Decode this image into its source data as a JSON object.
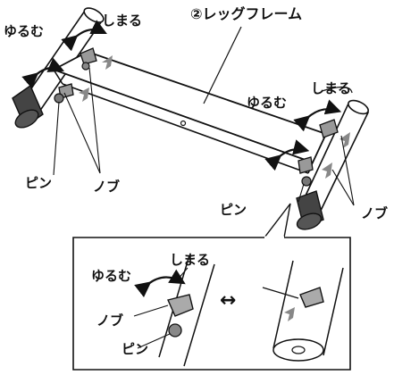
{
  "title": "②レッグフレーム",
  "labels": {
    "loosen_left": "ゆるむ",
    "tighten_left": "しまる",
    "loosen_right": "ゆるむ",
    "tighten_right": "しまる",
    "pin_left": "ピン",
    "knob_left": "ノブ",
    "pin_right": "ピン",
    "knob_right": "ノブ"
  },
  "inset": {
    "tighten": "しまる",
    "loosen": "ゆるむ",
    "knob": "ノブ",
    "pin": "ピン",
    "arrow_symbol": "↔"
  }
}
